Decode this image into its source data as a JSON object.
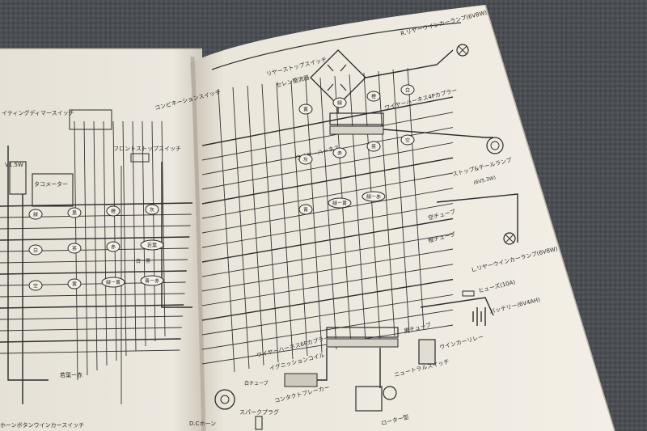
{
  "photo": {
    "colors": {
      "mat": "#4a4d52",
      "paper_left": "#ece8df",
      "paper_right": "#f1ede4",
      "ink": "#2b2b2b",
      "spine_shadow": "#b9b3a7"
    }
  },
  "left_page": {
    "labels": [
      {
        "text": "イティングディマースイッチ"
      },
      {
        "text": "V1.5W"
      },
      {
        "text": "タコメーター"
      },
      {
        "text": "フロントストップスイッチ"
      },
      {
        "text": "白ー黒"
      },
      {
        "text": "若葉ー赤"
      },
      {
        "text": "ホーンボタンウインカースイッチ"
      }
    ],
    "wire_tags": [
      "緑",
      "黒",
      "橙",
      "灰",
      "白",
      "茶",
      "赤",
      "若葉",
      "空",
      "黄",
      "緑ー黄",
      "青ー赤"
    ]
  },
  "right_page": {
    "labels": [
      {
        "text": "コンビネーションスイッチ"
      },
      {
        "text": "リヤーストップスイッチ"
      },
      {
        "text": "セレン整流器"
      },
      {
        "text": "ワイヤーハーネス4Pカプラー"
      },
      {
        "text": "ワイヤーハーネス"
      },
      {
        "text": "R.リヤーウインカーランプ(6V8W)"
      },
      {
        "text": "ストップ&テールランプ"
      },
      {
        "text": "(6V5.3W)"
      },
      {
        "text": "空チューブ"
      },
      {
        "text": "橙チューブ"
      },
      {
        "text": "L.リヤーウインカーランプ(6V8W)"
      },
      {
        "text": "ヒューズ(10A)"
      },
      {
        "text": "バッテリー(6V4AH)"
      },
      {
        "text": "黒チューブ"
      },
      {
        "text": "ウインカーリレー"
      },
      {
        "text": "ワイヤーハーネス6Pカプラー"
      },
      {
        "text": "イグニッションコイル"
      },
      {
        "text": "コンタクトブレーカー"
      },
      {
        "text": "ニュートラルスイッチ"
      },
      {
        "text": "D.Cホーン"
      },
      {
        "text": "スパークプラグ"
      },
      {
        "text": "白チューブ"
      },
      {
        "text": "ローター型"
      }
    ],
    "wire_tags": [
      "黄",
      "緑",
      "橙",
      "白",
      "灰",
      "赤",
      "茶",
      "空",
      "青",
      "緑ー黄",
      "緑ー赤"
    ]
  }
}
